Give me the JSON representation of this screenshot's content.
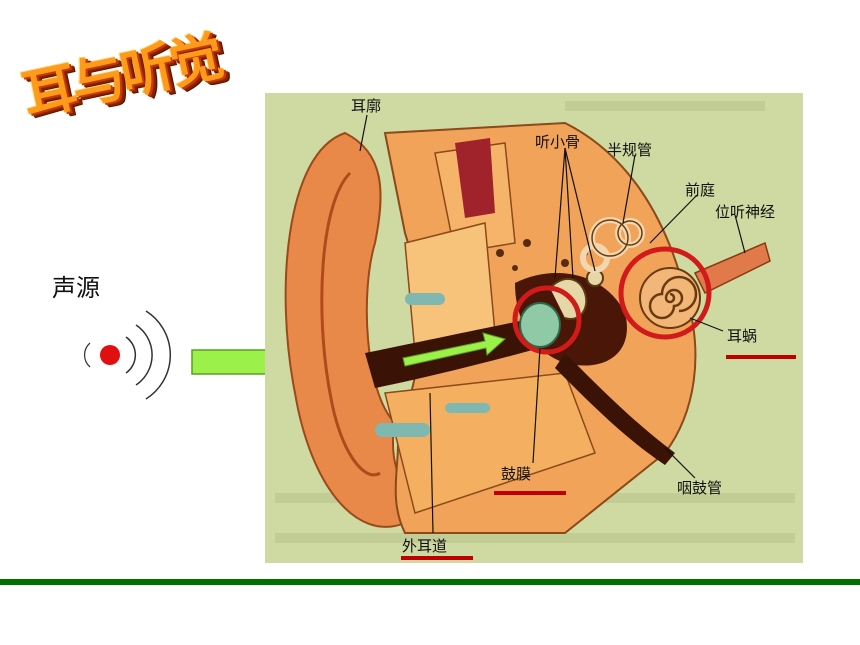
{
  "title": "耳与听觉",
  "sound_source_label": "声源",
  "labels": {
    "auricle": "耳廓",
    "ossicles": "听小骨",
    "semicircular_canals": "半规管",
    "vestibule": "前庭",
    "vestibulocochlear_nerve": "位听神经",
    "cochlea": "耳蜗",
    "eardrum": "鼓膜",
    "eustachian_tube": "咽鼓管",
    "ear_canal": "外耳道"
  },
  "colors": {
    "title_fill": "#ff9a1a",
    "arrow": "#9cf04a",
    "highlight_ring": "#d11a1a",
    "underline": "#c00000",
    "divider": "#007000",
    "diagram_bg": "#cfd9a2"
  }
}
